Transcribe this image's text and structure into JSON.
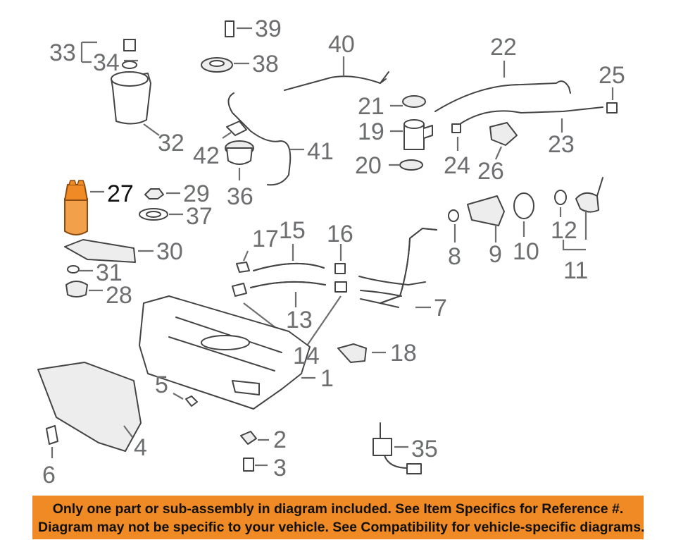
{
  "diagram": {
    "highlighted_part": "27",
    "accent_color": "#f08a24",
    "label_color": "#6d6e70",
    "callouts": [
      "1",
      "2",
      "3",
      "4",
      "5",
      "6",
      "7",
      "8",
      "9",
      "10",
      "11",
      "12",
      "13",
      "14",
      "15",
      "16",
      "17",
      "18",
      "19",
      "20",
      "21",
      "22",
      "23",
      "24",
      "25",
      "26",
      "27",
      "28",
      "29",
      "30",
      "31",
      "32",
      "33",
      "34",
      "35",
      "36",
      "37",
      "38",
      "39",
      "40",
      "41",
      "42"
    ]
  },
  "disclaimer": {
    "line1": "Only one part or sub-assembly in diagram included. See Item Specifics for Reference #.",
    "line2": "Diagram may not be specific to your vehicle. See Compatibility for vehicle-specific diagrams."
  }
}
